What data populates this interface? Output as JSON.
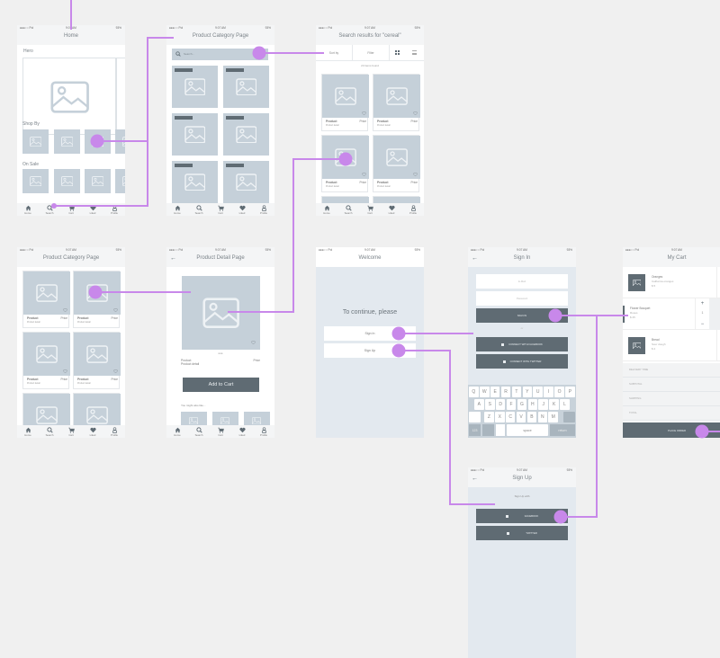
{
  "status": {
    "carrier": "●●●○○ Pol",
    "time": "9:07 AM",
    "battery": "93%"
  },
  "tabbar": [
    {
      "label": "Home",
      "icon": "home-icon"
    },
    {
      "label": "Search",
      "icon": "search-icon"
    },
    {
      "label": "Cart",
      "icon": "cart-icon"
    },
    {
      "label": "Liked",
      "icon": "heart-icon"
    },
    {
      "label": "Profile",
      "icon": "profile-icon"
    }
  ],
  "home": {
    "title": "Home",
    "hero": "Hero",
    "shop_by": "Shop By",
    "on_sale": "On Sale"
  },
  "category": {
    "title": "Product Category Page",
    "search_placeholder": "Search..."
  },
  "search_results": {
    "title": "Search results for \"cereal\"",
    "sort": "Sort by",
    "filter": "Filter",
    "count": "23 items found"
  },
  "card": {
    "product": "Product",
    "price": "Price",
    "detail": "Product detail"
  },
  "detail": {
    "title": "Product Detail Page",
    "product": "Product",
    "detail": "Product detail",
    "price": "Price",
    "add_to_cart": "Add to Cart",
    "also_like": "You might also like..."
  },
  "welcome": {
    "title": "Welcome",
    "prompt": "To continue, please",
    "sign_in": "Sign In",
    "sign_up": "Sign Up"
  },
  "sign_in": {
    "title": "Sign In",
    "email_placeholder": "E-Mail",
    "password_placeholder": "Password",
    "submit": "SIGN IN",
    "or": "or",
    "facebook": "CONNECT WITH FACEBOOK",
    "twitter": "CONNECT WITH TWITTER",
    "keyboard": {
      "row1": [
        "Q",
        "W",
        "E",
        "R",
        "T",
        "Y",
        "U",
        "I",
        "O",
        "P"
      ],
      "row2": [
        "A",
        "S",
        "D",
        "F",
        "G",
        "H",
        "J",
        "K",
        "L"
      ],
      "row3": [
        "Z",
        "X",
        "C",
        "V",
        "B",
        "N",
        "M"
      ],
      "num": "123",
      "space": "space",
      "return": "return"
    }
  },
  "cart": {
    "title": "My Cart",
    "items": [
      {
        "name": "Oranges",
        "desc": "California oranges",
        "price": "$ 5"
      },
      {
        "name": "Flower Bouquet",
        "desc": "Roses",
        "price": "$ 25",
        "qty": "1"
      },
      {
        "name": "Bread",
        "desc": "Sour dough",
        "price": "$ 2"
      }
    ],
    "summary": [
      {
        "label": "DELIVERY TIME",
        "value": "5-6"
      },
      {
        "label": "SUBTOTAL",
        "value": "$"
      },
      {
        "label": "SHIPPING",
        "value": ""
      },
      {
        "label": "TOTAL",
        "value": "$"
      }
    ],
    "place_order": "PLACE ORDER"
  },
  "sign_up": {
    "title": "Sign Up",
    "with": "Sign Up with",
    "facebook": "FACEBOOK",
    "twitter": "TWITTER"
  },
  "colors": {
    "background": "#f0f0f0",
    "placeholder": "#c5d0d9",
    "dark_button": "#5f6b73",
    "connector": "#c888ea",
    "panel": "#e3e9ef"
  }
}
